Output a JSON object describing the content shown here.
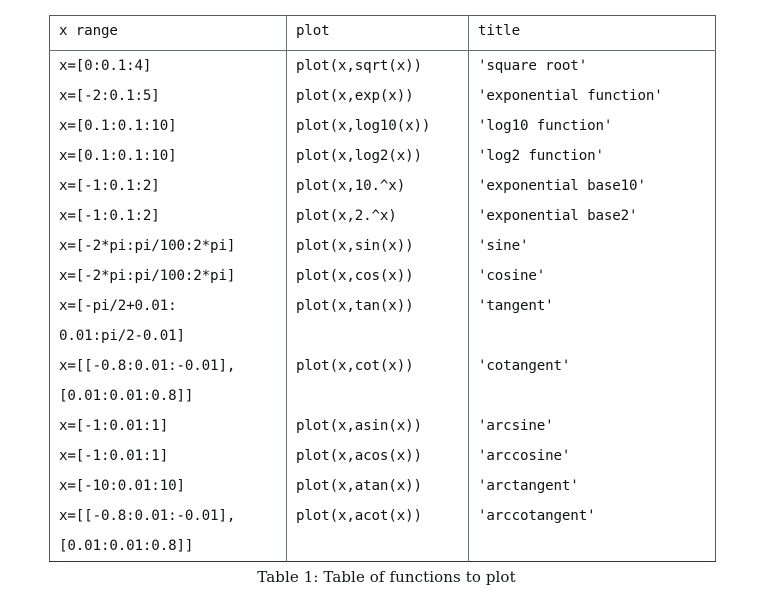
{
  "document": {
    "caption": "Table 1: Table of functions to plot"
  },
  "table": {
    "columns": [
      "x range",
      "plot",
      "title"
    ],
    "rows": [
      {
        "x_range": [
          "x=[0:0.1:4]"
        ],
        "plot": [
          "plot(x,sqrt(x))"
        ],
        "title": [
          "'square root'"
        ]
      },
      {
        "x_range": [
          "x=[-2:0.1:5]"
        ],
        "plot": [
          "plot(x,exp(x))"
        ],
        "title": [
          "'exponential function'"
        ]
      },
      {
        "x_range": [
          "x=[0.1:0.1:10]"
        ],
        "plot": [
          "plot(x,log10(x))"
        ],
        "title": [
          "'log10 function'"
        ]
      },
      {
        "x_range": [
          "x=[0.1:0.1:10]"
        ],
        "plot": [
          "plot(x,log2(x))"
        ],
        "title": [
          "'log2 function'"
        ]
      },
      {
        "x_range": [
          "x=[-1:0.1:2]"
        ],
        "plot": [
          "plot(x,10.^x)"
        ],
        "title": [
          "'exponential base10'"
        ]
      },
      {
        "x_range": [
          "x=[-1:0.1:2]"
        ],
        "plot": [
          "plot(x,2.^x)"
        ],
        "title": [
          "'exponential base2'"
        ]
      },
      {
        "x_range": [
          "x=[-2*pi:pi/100:2*pi]"
        ],
        "plot": [
          "plot(x,sin(x))"
        ],
        "title": [
          "'sine'"
        ]
      },
      {
        "x_range": [
          "x=[-2*pi:pi/100:2*pi]"
        ],
        "plot": [
          "plot(x,cos(x))"
        ],
        "title": [
          "'cosine'"
        ]
      },
      {
        "x_range": [
          "x=[-pi/2+0.01:",
          "0.01:pi/2-0.01]"
        ],
        "plot": [
          "plot(x,tan(x))",
          ""
        ],
        "title": [
          "'tangent'",
          ""
        ]
      },
      {
        "x_range": [
          "x=[[-0.8:0.01:-0.01],",
          "[0.01:0.01:0.8]]"
        ],
        "plot": [
          "plot(x,cot(x))",
          ""
        ],
        "title": [
          "'cotangent'",
          ""
        ]
      },
      {
        "x_range": [
          "x=[-1:0.01:1]"
        ],
        "plot": [
          "plot(x,asin(x))"
        ],
        "title": [
          "'arcsine'"
        ]
      },
      {
        "x_range": [
          "x=[-1:0.01:1]"
        ],
        "plot": [
          "plot(x,acos(x))"
        ],
        "title": [
          "'arccosine'"
        ]
      },
      {
        "x_range": [
          "x=[-10:0.01:10]"
        ],
        "plot": [
          "plot(x,atan(x))"
        ],
        "title": [
          "'arctangent'"
        ]
      },
      {
        "x_range": [
          "x=[[-0.8:0.01:-0.01],",
          "[0.01:0.01:0.8]]"
        ],
        "plot": [
          "plot(x,acot(x))",
          ""
        ],
        "title": [
          "'arccotangent'",
          ""
        ]
      }
    ]
  },
  "colors": {
    "page_background": "#ffffff",
    "text": "#101215",
    "rule": "#6a6f73",
    "outer_rule": "#555b5e"
  }
}
